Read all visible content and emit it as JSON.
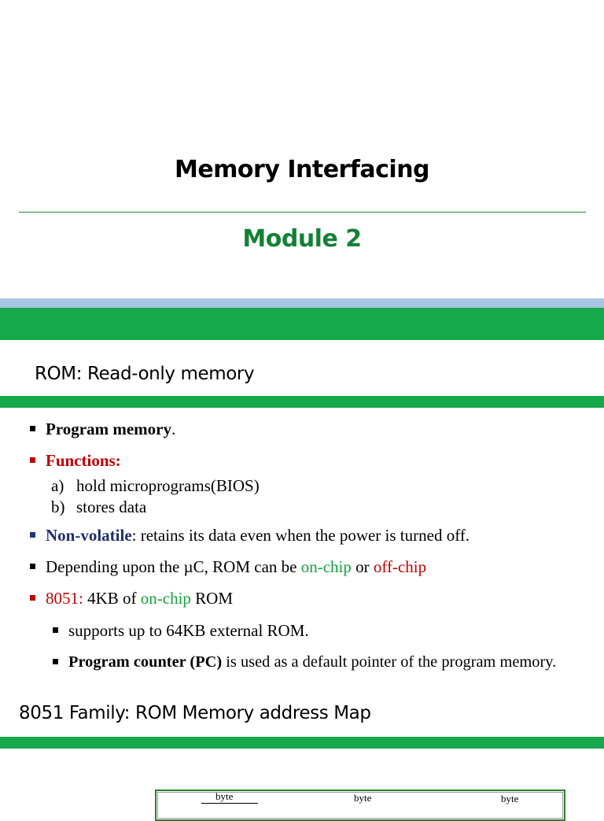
{
  "slide1": {
    "title": "Memory Interfacing",
    "subtitle": "Module 2"
  },
  "slide2": {
    "title": "ROM: Read-only memory",
    "bullets": {
      "program_memory": "Program memory",
      "program_memory_tail": ".",
      "functions": "Functions:",
      "item_a_marker": "a)",
      "item_a": "hold microprograms(BIOS)",
      "item_b_marker": "b)",
      "item_b": "stores data",
      "nonvolatile": "Non-volatile",
      "nonvolatile_tail": ": retains its data even when the power is turned off.",
      "depending_pre": "Depending upon the µC, ROM can be ",
      "on_chip": "on-chip",
      "or": " or ",
      "off_chip": "off-chip",
      "c8051": "8051:",
      "kb_pre": " 4KB of ",
      "kb_onchip": "on-chip",
      "kb_post": " ROM",
      "supports": "supports up to 64KB external ROM.",
      "pc_bold": "Program counter (PC)",
      "pc_tail": " is used as a default pointer of the program memory."
    }
  },
  "slide3": {
    "title": "8051 Family: ROM Memory address Map",
    "byte_labels": [
      "byte",
      "byte",
      "byte"
    ]
  },
  "colors": {
    "accent_green": "#16a84a",
    "title_green": "#148036",
    "band_blue": "#a9c5e6",
    "red": "#c00000",
    "navy": "#1f2f6b"
  }
}
